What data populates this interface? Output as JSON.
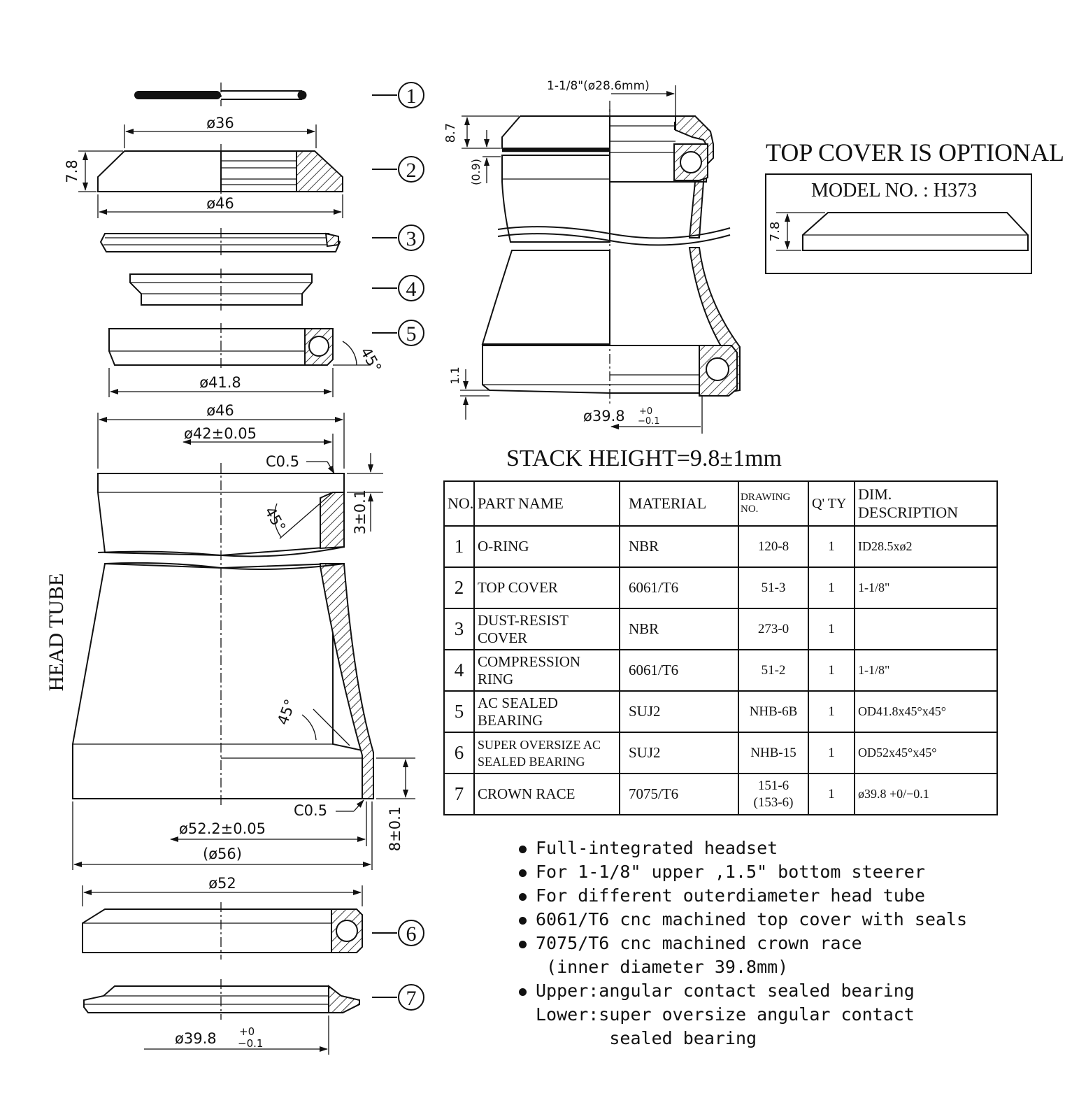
{
  "part_callouts": [
    "1",
    "2",
    "3",
    "4",
    "5",
    "6",
    "7"
  ],
  "dimensions": {
    "d36": "ø36",
    "h78": "7.8",
    "d46_top": "ø46",
    "angle45_bearing": "45°",
    "d418": "ø41.8",
    "d46_head": "ø46",
    "d42": "ø42±0.05",
    "c05_top": "C0.5",
    "angle45_top": "45°",
    "depth3": "3±0.1",
    "angle45_bottom": "45°",
    "c05_bottom": "C0.5",
    "d522": "ø52.2±0.05",
    "d56": "(ø56)",
    "depth8": "8±0.1",
    "d52": "ø52",
    "d398_main": "ø39.8",
    "d398_main_tol_up": "+0",
    "d398_main_tol_down": "−0.1",
    "steerer": "1-1/8\"(ø28.6mm)",
    "h87": "8.7",
    "h09": "(0.9)",
    "h11": "1.1",
    "d398_section": "ø39.8",
    "d398_section_tol_up": "+0",
    "d398_section_tol_down": "−0.1",
    "model_h78": "7.8"
  },
  "head_tube_label": "HEAD TUBE",
  "top_cover_note": "TOP COVER IS OPTIONAL",
  "model_no": "MODEL NO. : H373",
  "stack_height": "STACK HEIGHT=9.8±1mm",
  "table": {
    "headers": [
      "NO.",
      "PART NAME",
      "MATERIAL",
      "DRAWING NO.",
      "Q' TY",
      "DIM. DESCRIPTION"
    ],
    "rows": [
      {
        "no": "1",
        "name": "O-RING",
        "material": "NBR",
        "drawing": "120-8",
        "qty": "1",
        "dim": "ID28.5xø2"
      },
      {
        "no": "2",
        "name": "TOP COVER",
        "material": "6061/T6",
        "drawing": "51-3",
        "qty": "1",
        "dim": "1-1/8\""
      },
      {
        "no": "3",
        "name": "DUST-RESIST COVER",
        "material": "NBR",
        "drawing": "273-0",
        "qty": "1",
        "dim": ""
      },
      {
        "no": "4",
        "name": "COMPRESSION RING",
        "material": "6061/T6",
        "drawing": "51-2",
        "qty": "1",
        "dim": "1-1/8\""
      },
      {
        "no": "5",
        "name": "AC SEALED BEARING",
        "material": "SUJ2",
        "drawing": "NHB-6B",
        "qty": "1",
        "dim": "OD41.8x45°x45°"
      },
      {
        "no": "6",
        "name_line1": "SUPER OVERSIZE AC",
        "name_line2": "SEALED BEARING",
        "material": "SUJ2",
        "drawing": "NHB-15",
        "qty": "1",
        "dim": "OD52x45°x45°"
      },
      {
        "no": "7",
        "name": "CROWN RACE",
        "material": "7075/T6",
        "drawing_line1": "151-6",
        "drawing_line2": "(153-6)",
        "qty": "1",
        "dim": "ø39.8 +0/−0.1"
      }
    ]
  },
  "notes": [
    {
      "text": "Full-integrated headset",
      "bullet": true
    },
    {
      "text": "For 1-1/8\" upper ,1.5\" bottom steerer",
      "bullet": true
    },
    {
      "text": "For different outerdiameter head tube",
      "bullet": true
    },
    {
      "text": "6061/T6 cnc machined top cover with seals",
      "bullet": true
    },
    {
      "text": "7075/T6 cnc machined crown race",
      "bullet": true
    },
    {
      "text": " (inner diameter 39.8mm)",
      "bullet": false
    },
    {
      "text": "Upper:angular contact sealed bearing",
      "bullet": true
    },
    {
      "text": "Lower:super oversize angular contact",
      "bullet": false
    },
    {
      "text": "       sealed bearing",
      "bullet": false
    }
  ]
}
